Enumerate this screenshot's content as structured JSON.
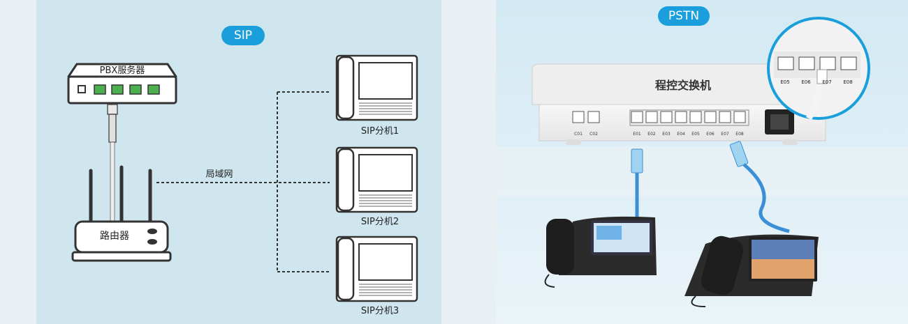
{
  "sip_section": {
    "badge": "SIP",
    "pbx_label": "PBX服务器",
    "router_label": "路由器",
    "lan_label": "局域网",
    "extensions": [
      {
        "label": "SIP分机1"
      },
      {
        "label": "SIP分机2"
      },
      {
        "label": "SIP分机3"
      }
    ]
  },
  "pstn_section": {
    "badge": "PSTN",
    "exchange_label": "程控交换机",
    "co_ports": [
      "C01",
      "C02"
    ],
    "ext_ports": [
      "E01",
      "E02",
      "E03",
      "E04",
      "E05",
      "E06",
      "E07",
      "E08"
    ],
    "zoom_ports": [
      "E05",
      "E06",
      "E07",
      "E08"
    ]
  },
  "colors": {
    "badge": "#1a9fdc",
    "sip_background": "#cfe6ef",
    "pstn_background": "#dfeef5",
    "cable_blue": "#3a8fd6"
  }
}
